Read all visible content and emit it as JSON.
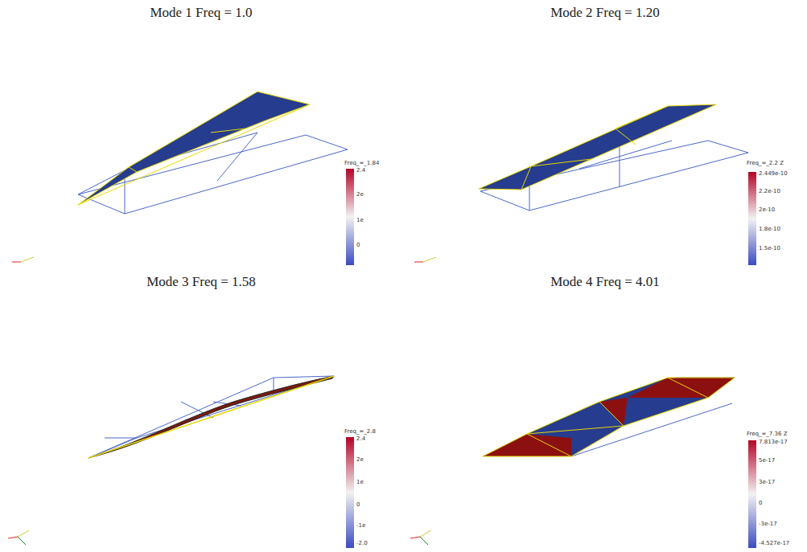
{
  "diagram": {
    "labels": [
      "Mode 1 Freq = 1.0",
      "Mode 2 Freq = 1.20",
      "Mode 3 Freq = 1.58",
      "Mode 4 Freq = 4.01",
      "Freq_=_1.84",
      "2.4",
      "2e",
      "1e",
      "0",
      "Freq_=_2.2 Z",
      "2.449e-10",
      "2.2e-10",
      "2e-10",
      "1.8e-10",
      "1.5e-10",
      "Freq_=_2.8",
      "2.4",
      "2e",
      "1e",
      "0",
      "-1e",
      "-2.0",
      "Freq_=_7.36 Z",
      "7.813e-17",
      "5e-17",
      "3e-17",
      "0",
      "-3e-17",
      "-4.527e-17"
    ]
  }
}
